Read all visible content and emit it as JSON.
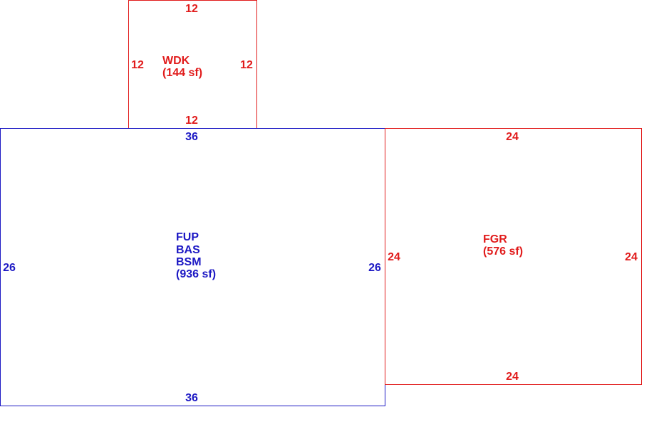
{
  "colors": {
    "main_area": "#1c18c4",
    "additions": "#e11b1b",
    "background": "#ffffff"
  },
  "areas": {
    "wdk": {
      "name": "WDK",
      "area": "(144 sf)",
      "dim_top": "12",
      "dim_bottom": "12",
      "dim_left": "12",
      "dim_right": "12"
    },
    "main": {
      "line1": "FUP",
      "line2": "BAS",
      "line3": "BSM",
      "area": "(936 sf)",
      "dim_top": "36",
      "dim_bottom": "36",
      "dim_left": "26",
      "dim_right": "26"
    },
    "fgr": {
      "name": "FGR",
      "area": "(576 sf)",
      "dim_top": "24",
      "dim_bottom": "24",
      "dim_left": "24",
      "dim_right": "24"
    }
  }
}
